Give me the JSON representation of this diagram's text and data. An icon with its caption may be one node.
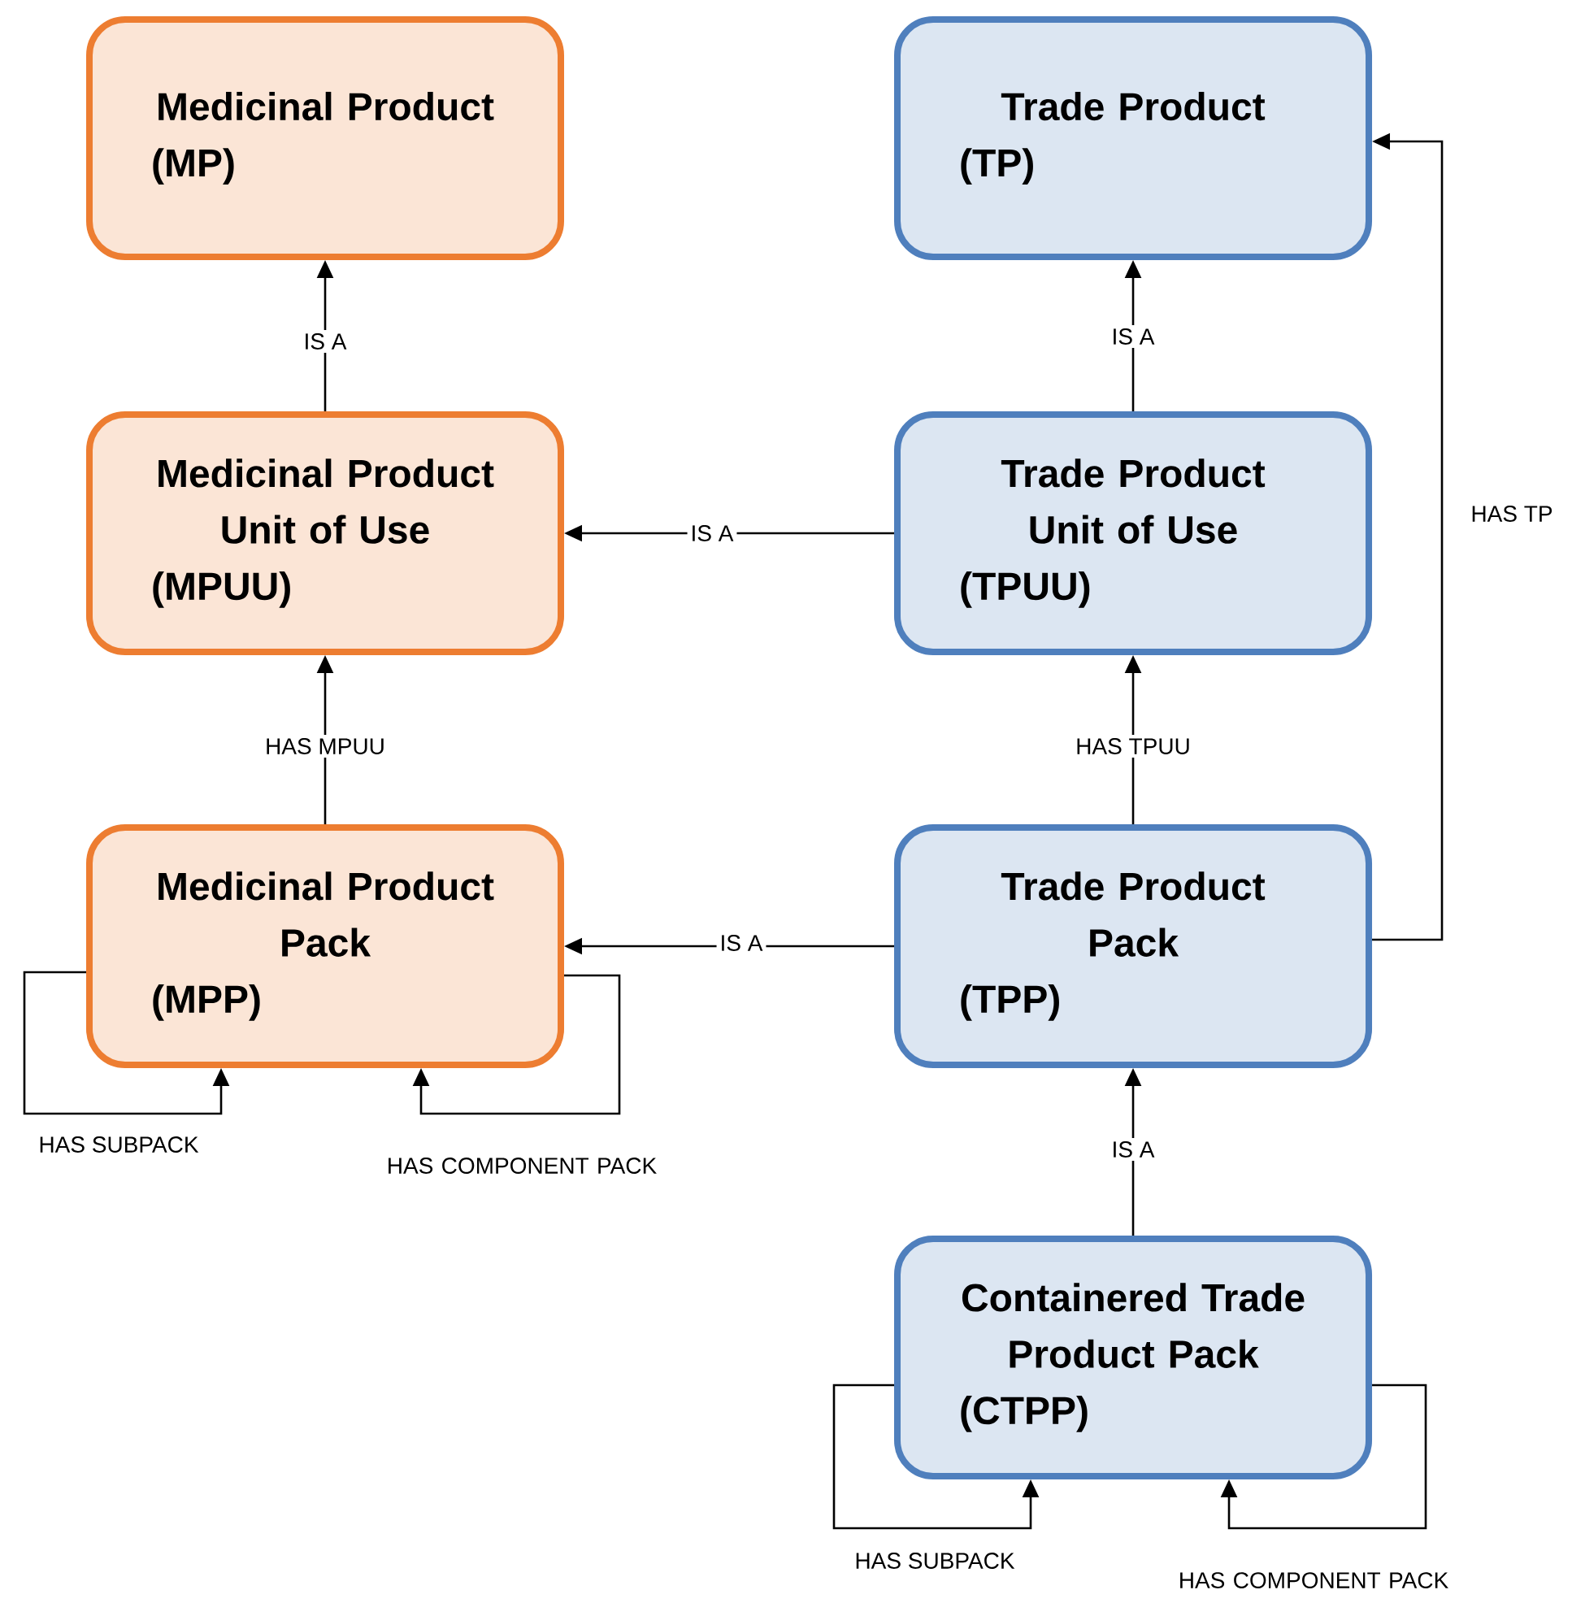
{
  "diagram": {
    "nodes": [
      {
        "text": [
          "Medicinal Product",
          "(MP)"
        ]
      },
      {
        "text": [
          "Trade Product",
          "(TP)"
        ]
      },
      {
        "text": [
          "Medicinal Product Unit of Use",
          "(MPUU)"
        ]
      },
      {
        "text": [
          "Trade Product Unit of Use",
          "(TPUU)"
        ]
      },
      {
        "text": [
          "Medicinal Product Pack",
          "(MPP)"
        ]
      },
      {
        "text": [
          "Trade Product Pack",
          "(TPP)"
        ]
      },
      {
        "text": [
          "Containered Trade Product Pack",
          "(CTPP)"
        ]
      }
    ],
    "edges": [
      {
        "from": 2,
        "to": 0,
        "arrow": "to",
        "label": "IS A"
      },
      {
        "from": 3,
        "to": 1,
        "arrow": "to",
        "label": "IS A"
      },
      {
        "from": 3,
        "to": 2,
        "arrow": "to",
        "label": "IS A"
      },
      {
        "from": 4,
        "to": 2,
        "arrow": "to",
        "label": "HAS MPUU"
      },
      {
        "from": 5,
        "to": 3,
        "arrow": "to",
        "label": "HAS TPUU"
      },
      {
        "from": 5,
        "to": 4,
        "arrow": "to",
        "label": "IS A"
      },
      {
        "from": 5,
        "to": 1,
        "arrow": "to",
        "label": "HAS TP"
      },
      {
        "from": 6,
        "to": 5,
        "arrow": "to",
        "label": "IS A"
      },
      {
        "from": 4,
        "to": 4,
        "arrow": "to",
        "label": "HAS SUBPACK"
      },
      {
        "from": 4,
        "to": 4,
        "arrow": "to",
        "label": "HAS COMPONENT PACK"
      },
      {
        "from": 6,
        "to": 6,
        "arrow": "to",
        "label": "HAS SUBPACK"
      },
      {
        "from": 6,
        "to": 6,
        "arrow": "to",
        "label": "HAS COMPONENT PACK"
      }
    ]
  }
}
